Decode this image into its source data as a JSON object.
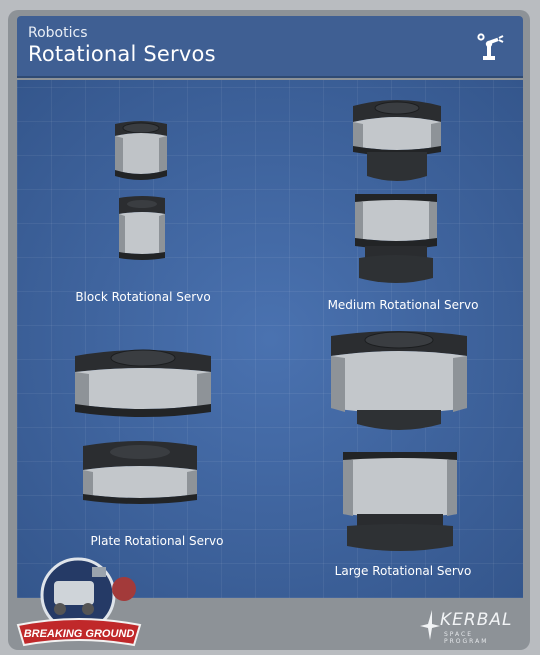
{
  "header": {
    "category": "Robotics",
    "title": "Rotational Servos",
    "icon": "robotic-arm-icon"
  },
  "parts": [
    {
      "name": "Block Rotational Servo"
    },
    {
      "name": "Medium Rotational Servo"
    },
    {
      "name": "Plate Rotational Servo"
    },
    {
      "name": "Large Rotational Servo"
    }
  ],
  "footer": {
    "expansion_logo_text": "BREAKING GROUND",
    "brand_logo_text": "KERBAL",
    "brand_logo_subtext": "SPACE PROGRAM"
  },
  "colors": {
    "panel_blue": "#3f66a3",
    "header_blue": "#3f5f93",
    "frame_gray": "#8d9297"
  }
}
